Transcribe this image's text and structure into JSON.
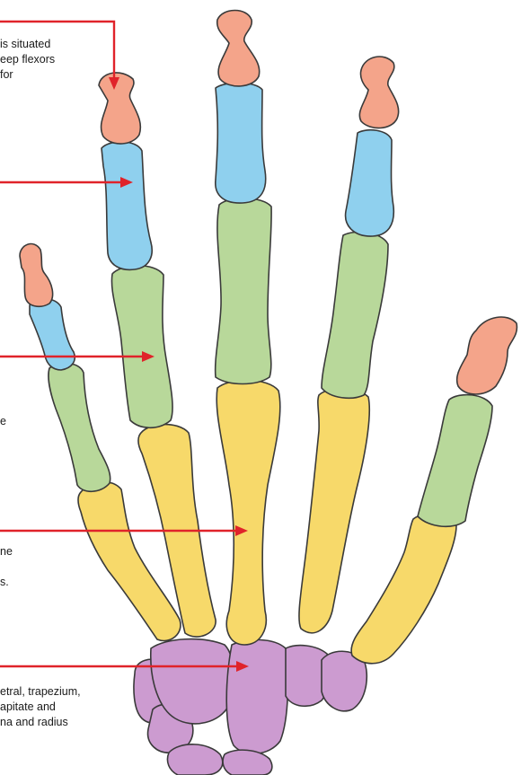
{
  "colors": {
    "distal_phalanx": "#f4a48a",
    "middle_phalanx": "#8fd0ee",
    "proximal_phalanx": "#b8d89a",
    "metacarpal": "#f7d96a",
    "carpal": "#cc9bd0",
    "leader_line": "#e0232a"
  },
  "text_fragments": {
    "distal": "is situated\neep flexors\nfor",
    "proximal_tail": "e",
    "metacarpal_tail": "ne\n\ns.",
    "carpal_tail": "etral, trapezium,\napitate and\nna and radius"
  }
}
